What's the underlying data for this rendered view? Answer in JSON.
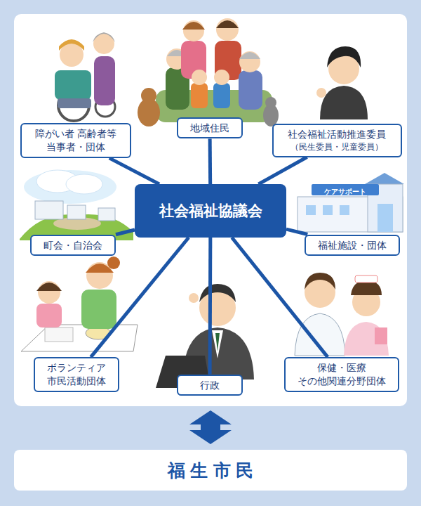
{
  "diagram": {
    "nodes": [
      {
        "text": [
          "障がい者 高齢者等 当事者・団体"
        ]
      },
      {
        "text": [
          "地域住民"
        ]
      },
      {
        "text": [
          "社会福祉活動推進委員",
          "（民生委員・児童委員）"
        ]
      },
      {
        "text": [
          "町会・自治会"
        ]
      },
      {
        "text": [
          "社会福祉協議会"
        ]
      },
      {
        "text": [
          "福祉施設・団体"
        ]
      },
      {
        "text": [
          "ボランティア 市民活動団体"
        ]
      },
      {
        "text": [
          "行政"
        ]
      },
      {
        "text": [
          "保健・医療 その他関連分野団体"
        ]
      },
      {
        "text": [
          "福生市民"
        ]
      }
    ],
    "edges": [
      {
        "from": 4,
        "to": 0,
        "arrow": "none"
      },
      {
        "from": 4,
        "to": 1,
        "arrow": "none"
      },
      {
        "from": 4,
        "to": 2,
        "arrow": "none"
      },
      {
        "from": 4,
        "to": 3,
        "arrow": "none"
      },
      {
        "from": 4,
        "to": 5,
        "arrow": "none"
      },
      {
        "from": 4,
        "to": 6,
        "arrow": "none"
      },
      {
        "from": 4,
        "to": 7,
        "arrow": "none"
      },
      {
        "from": 4,
        "to": 8,
        "arrow": "none"
      }
    ],
    "labels": [
      "ケアサポート"
    ]
  }
}
